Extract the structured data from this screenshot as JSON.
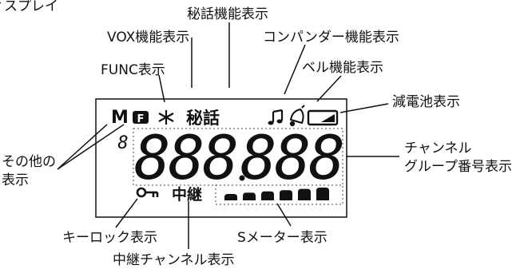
{
  "labels": {
    "display_partial": "ィスプレイ",
    "secret_talk": "秘話機能表示",
    "vox": "VOX機能表示",
    "compander": "コンパンダー機能表示",
    "bell": "ベル機能表示",
    "func": "FUNC表示",
    "battery": "減電池表示",
    "others_line1": "その他の",
    "others_line2": "表示",
    "channel_line1": "チャンネル",
    "channel_line2": "グループ番号表示",
    "key_lock": "キーロック表示",
    "s_meter": "Sメーター表示",
    "relay_channel": "中継チャンネル表示"
  },
  "lcd": {
    "m_icon": "M",
    "f_icon": "F",
    "secret_chars": "秘話",
    "relay_chars": "中継",
    "small_digit": "8",
    "digits_left": "888",
    "digits_right": "888",
    "s_meter_bars": 6
  }
}
